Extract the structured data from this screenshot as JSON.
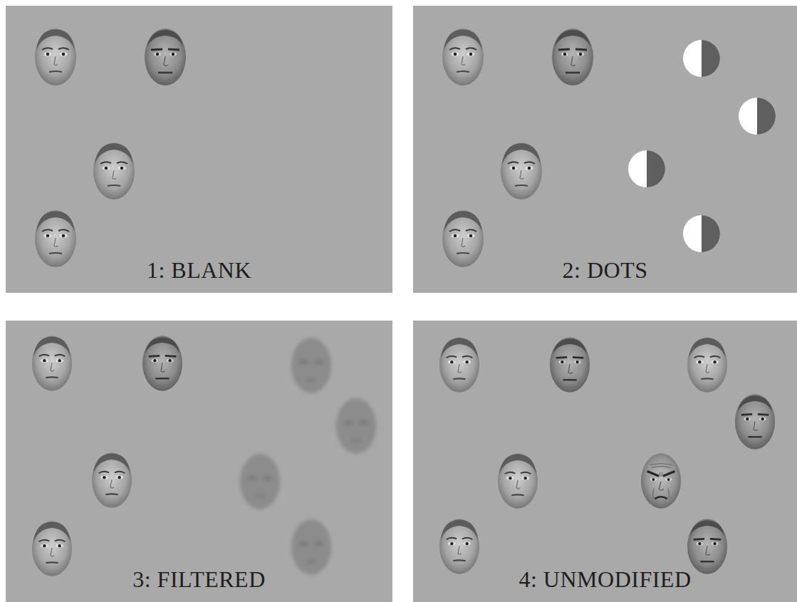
{
  "diagram": {
    "nodes": [
      {
        "text": [
          "1: BLANK"
        ]
      },
      {
        "text": [
          "2: DOTS"
        ]
      },
      {
        "text": [
          "3: FILTERED"
        ]
      },
      {
        "text": [
          "4: UNMODIFIED"
        ]
      }
    ]
  }
}
